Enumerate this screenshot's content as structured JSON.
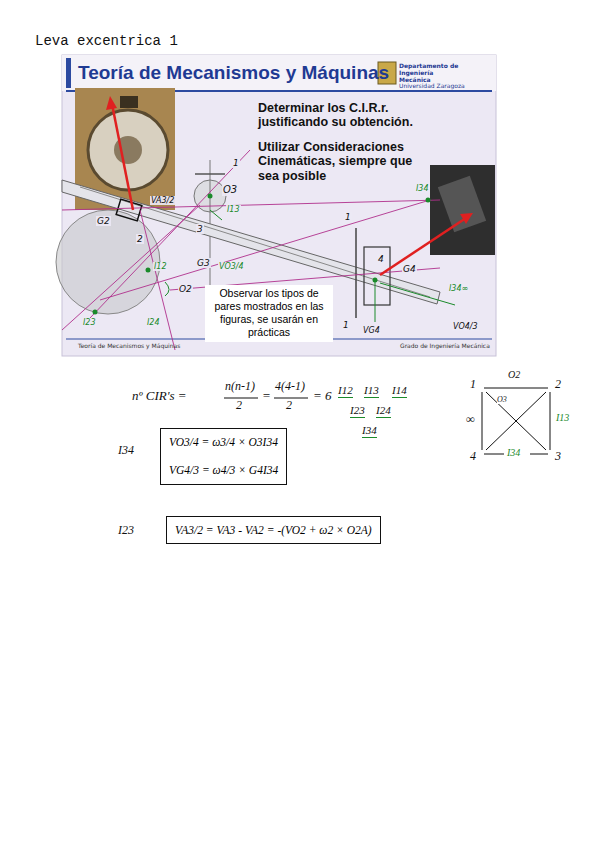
{
  "diagram": {
    "title": "Leva excentrica 1",
    "nodes": [
      {
        "text": [
          "VO3/4 = ω3/4 × O3I34",
          "VG4/3 = ω4/3 × G4I34"
        ]
      },
      {
        "text": [
          "VA3/2 = VA3 - VA2 = -(VO2 + ω2 × O2A)"
        ]
      },
      {
        "text": [
          "Observar los tipos de pares mostrados en las figuras, se usarán en prácticas"
        ]
      }
    ],
    "labels": [
      "Teoría de Mecanismos y Máquinas",
      "Departamento de Ingeniería Mecánica",
      "Universidad Zaragoza",
      "Determinar los C.I.R.r. justificando su obtención.",
      "Utilizar Consideraciones Cinemáticas, siempre que sea posible",
      "VA3/2",
      "O3",
      "I13",
      "1",
      "3",
      "G3",
      "VO3/4",
      "2",
      "G2",
      "I12",
      "O2",
      "I23",
      "I24",
      "1",
      "4",
      "G4",
      "I34∞",
      "VO4/3",
      "VG4",
      "1",
      "I34",
      "Teoría de Mecanismos y Máquinas",
      "Grado de Ingeniería Mecánica",
      "nº CIR's =",
      "n(n-1)",
      "2",
      "=",
      "4(4-1)",
      "2",
      "= 6",
      "I12",
      "I13",
      "I14",
      "I23",
      "I24",
      "I34",
      "1",
      "2",
      "3",
      "4",
      "O2",
      "O3",
      "∞",
      "I13",
      "I34",
      "I34",
      "I23"
    ]
  }
}
